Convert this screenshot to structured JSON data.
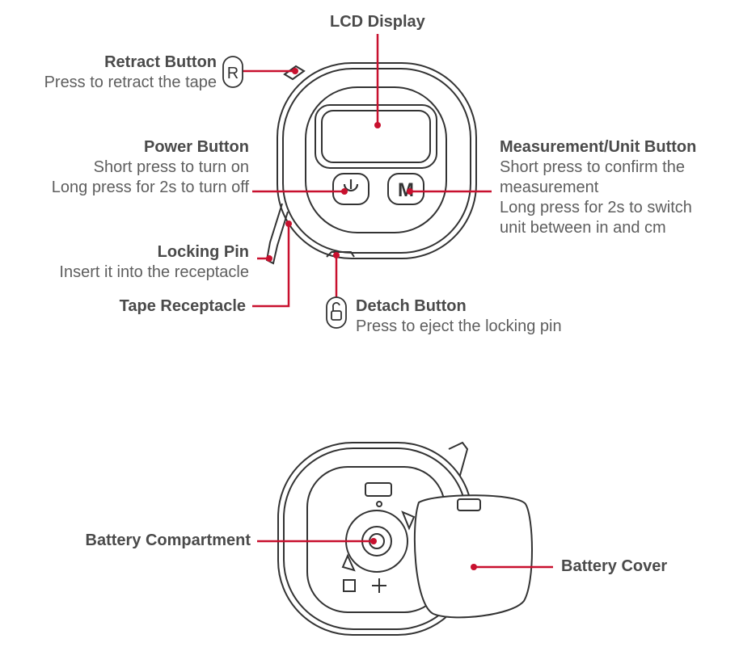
{
  "accent_color": "#c8102e",
  "labels": {
    "lcd": {
      "title": "LCD Display"
    },
    "retract": {
      "title": "Retract Button",
      "desc": "Press to retract the tape"
    },
    "power": {
      "title": "Power Button",
      "desc1": "Short press to turn on",
      "desc2": "Long press for 2s to turn off"
    },
    "measure": {
      "title": "Measurement/Unit Button",
      "desc1": "Short press to confirm the",
      "desc2": "measurement",
      "desc3": "Long press for 2s to switch",
      "desc4": "unit between in and cm"
    },
    "locking_pin": {
      "title": "Locking Pin",
      "desc": "Insert it into the receptacle"
    },
    "receptacle": {
      "title": "Tape Receptacle"
    },
    "detach": {
      "title": "Detach Button",
      "desc": "Press to eject the locking pin"
    },
    "battery_compartment": {
      "title": "Battery Compartment"
    },
    "battery_cover": {
      "title": "Battery Cover"
    }
  },
  "glyphs": {
    "retract": "R",
    "measure": "M"
  },
  "icons": {
    "power": "power-icon",
    "detach": "unlock-icon"
  }
}
